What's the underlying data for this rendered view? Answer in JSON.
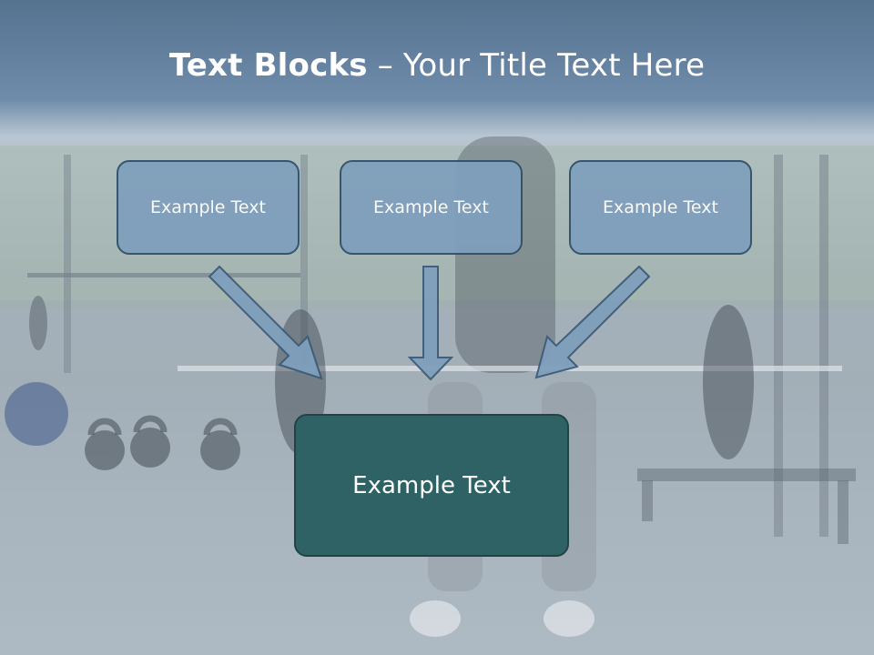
{
  "slide": {
    "title_bold": "Text Blocks",
    "title_rest": " – Your Title Text Here",
    "boxes": [
      "Example Text",
      "Example Text",
      "Example Text"
    ],
    "result_box": "Example Text"
  },
  "colors": {
    "header": "#55728f",
    "box_fill": "#7f9fbc",
    "result_fill": "#2f6264",
    "arrow_fill": "#7f9fbc"
  }
}
